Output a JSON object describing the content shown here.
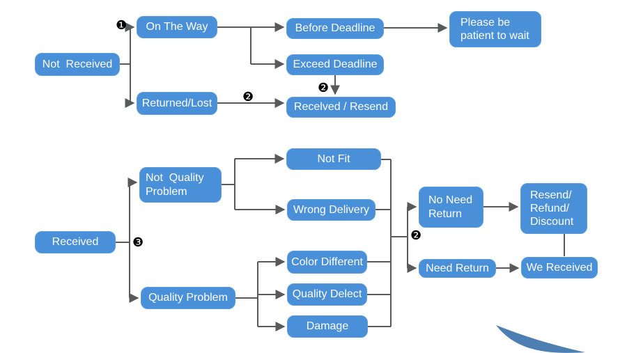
{
  "diagram_title": "Order dispute / after-sale decision flowchart",
  "colors": {
    "box_fill": "#4a90d8",
    "box_text": "#ffffff",
    "connector": "#58595b",
    "marker": "#000000",
    "swoosh": "#4d7fb3",
    "background": "#ffffff"
  },
  "nodes": [
    {
      "id": "not-received",
      "label": "Not  Received"
    },
    {
      "id": "on-the-way",
      "label": "On The Way"
    },
    {
      "id": "returned-lost",
      "label": "Returned/Lost"
    },
    {
      "id": "before-deadline",
      "label": "Before Deadline"
    },
    {
      "id": "exceed-deadline",
      "label": "Exceed Deadline"
    },
    {
      "id": "please-wait",
      "label": "Please be\npatient to wait"
    },
    {
      "id": "received-resend",
      "label": "Recelved / Resend"
    },
    {
      "id": "received",
      "label": "Received"
    },
    {
      "id": "not-quality-problem",
      "label": "Not  Quality\nProblem"
    },
    {
      "id": "quality-problem",
      "label": "Quality Problem"
    },
    {
      "id": "not-fit",
      "label": "Not Fit"
    },
    {
      "id": "wrong-delivery",
      "label": "Wrong Delivery"
    },
    {
      "id": "color-different",
      "label": "Color Different"
    },
    {
      "id": "quality-delect",
      "label": "Quality Delect"
    },
    {
      "id": "damage",
      "label": "Damage"
    },
    {
      "id": "no-need-return",
      "label": "No Need\nReturn"
    },
    {
      "id": "resend-refund-discount",
      "label": "Resend/\nRefund/\nDiscount"
    },
    {
      "id": "need-return",
      "label": "Need Return"
    },
    {
      "id": "we-received",
      "label": "We Received"
    }
  ],
  "markers": [
    {
      "id": "step-1",
      "glyph": "❶"
    },
    {
      "id": "step-2-top",
      "glyph": "❷"
    },
    {
      "id": "step-2-exceed",
      "glyph": "❷"
    },
    {
      "id": "step-3",
      "glyph": "❸"
    },
    {
      "id": "step-2-bottom",
      "glyph": "❷"
    }
  ]
}
